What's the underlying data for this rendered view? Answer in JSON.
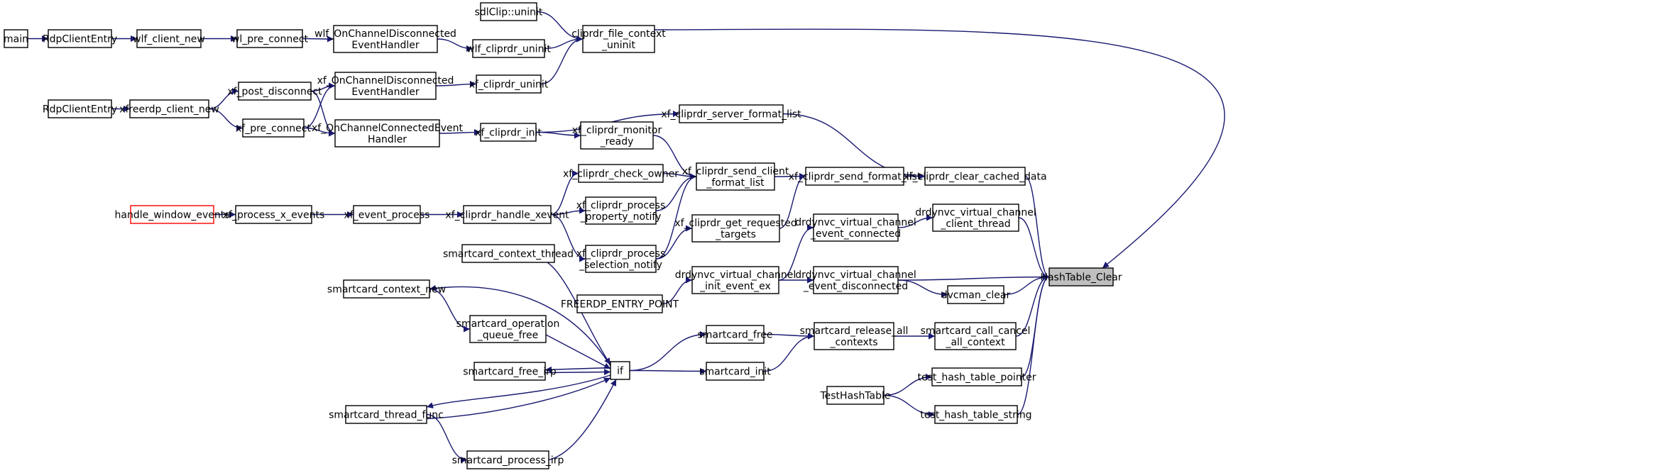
{
  "diagram": {
    "kind": "call-graph",
    "edge_color": "#191970",
    "root": "HashTable_Clear",
    "nodes": [
      {
        "id": "main",
        "lines": [
          "main"
        ]
      },
      {
        "id": "RdpClientEntry_1",
        "lines": [
          "RdpClientEntry"
        ]
      },
      {
        "id": "wlf_client_new",
        "lines": [
          "wlf_client_new"
        ]
      },
      {
        "id": "wl_pre_connect",
        "lines": [
          "wl_pre_connect"
        ]
      },
      {
        "id": "wlf_OnChannelDisconnectedEventHandler",
        "lines": [
          "wlf_OnChannelDisconnected",
          "EventHandler"
        ]
      },
      {
        "id": "sdlClip_uninit",
        "lines": [
          "sdlClip::uninit"
        ]
      },
      {
        "id": "wlf_cliprdr_uninit",
        "lines": [
          "wlf_cliprdr_uninit"
        ]
      },
      {
        "id": "cliprdr_file_context_uninit",
        "lines": [
          "cliprdr_file_context",
          "_uninit"
        ]
      },
      {
        "id": "RdpClientEntry_2",
        "lines": [
          "RdpClientEntry"
        ]
      },
      {
        "id": "xfreerdp_client_new",
        "lines": [
          "xfreerdp_client_new"
        ]
      },
      {
        "id": "xf_post_disconnect",
        "lines": [
          "xf_post_disconnect"
        ]
      },
      {
        "id": "xf_pre_connect",
        "lines": [
          "xf_pre_connect"
        ]
      },
      {
        "id": "xf_OnChannelDisconnectedEventHandler",
        "lines": [
          "xf_OnChannelDisconnected",
          "EventHandler"
        ]
      },
      {
        "id": "xf_OnChannelConnectedEventHandler",
        "lines": [
          "xf_OnChannelConnectedEvent",
          "Handler"
        ]
      },
      {
        "id": "xf_cliprdr_uninit",
        "lines": [
          "xf_cliprdr_uninit"
        ]
      },
      {
        "id": "xf_cliprdr_init",
        "lines": [
          "xf_cliprdr_init"
        ]
      },
      {
        "id": "xf_cliprdr_server_format_list",
        "lines": [
          "xf_cliprdr_server_format_list"
        ]
      },
      {
        "id": "xf_cliprdr_monitor_ready",
        "lines": [
          "xf_cliprdr_monitor",
          "_ready"
        ]
      },
      {
        "id": "handle_window_events",
        "lines": [
          "handle_window_events"
        ],
        "style": "red"
      },
      {
        "id": "xf_process_x_events",
        "lines": [
          "xf_process_x_events"
        ]
      },
      {
        "id": "xf_event_process",
        "lines": [
          "xf_event_process"
        ]
      },
      {
        "id": "xf_cliprdr_handle_xevent",
        "lines": [
          "xf_cliprdr_handle_xevent"
        ]
      },
      {
        "id": "xf_cliprdr_check_owner",
        "lines": [
          "xf_cliprdr_check_owner"
        ]
      },
      {
        "id": "xf_cliprdr_process_property_notify",
        "lines": [
          "xf_cliprdr_process",
          "_property_notify"
        ]
      },
      {
        "id": "xf_cliprdr_process_selection_notify",
        "lines": [
          "xf_cliprdr_process",
          "_selection_notify"
        ]
      },
      {
        "id": "xf_cliprdr_send_client_format_list",
        "lines": [
          "xf_cliprdr_send_client",
          "_format_list"
        ]
      },
      {
        "id": "xf_cliprdr_get_requested_targets",
        "lines": [
          "xf_cliprdr_get_requested",
          "_targets"
        ]
      },
      {
        "id": "xf_cliprdr_send_format_list",
        "lines": [
          "xf_cliprdr_send_format_list"
        ]
      },
      {
        "id": "xf_cliprdr_clear_cached_data",
        "lines": [
          "xf_cliprdr_clear_cached_data"
        ]
      },
      {
        "id": "drdynvc_virtual_channel_client_thread",
        "lines": [
          "drdynvc_virtual_channel",
          "_client_thread"
        ]
      },
      {
        "id": "drdynvc_virtual_channel_event_connected",
        "lines": [
          "drdynvc_virtual_channel",
          "_event_connected"
        ]
      },
      {
        "id": "drdynvc_virtual_channel_init_event_ex",
        "lines": [
          "drdynvc_virtual_channel",
          "_init_event_ex"
        ]
      },
      {
        "id": "FREERDP_ENTRY_POINT",
        "lines": [
          "FREERDP_ENTRY_POINT"
        ]
      },
      {
        "id": "drdynvc_virtual_channel_event_disconnected",
        "lines": [
          "drdynvc_virtual_channel",
          "_event_disconnected"
        ]
      },
      {
        "id": "dvcman_clear",
        "lines": [
          "dvcman_clear"
        ]
      },
      {
        "id": "HashTable_Clear",
        "lines": [
          "HashTable_Clear"
        ],
        "style": "root"
      },
      {
        "id": "smartcard_context_thread",
        "lines": [
          "smartcard_context_thread"
        ]
      },
      {
        "id": "smartcard_context_new",
        "lines": [
          "smartcard_context_new"
        ]
      },
      {
        "id": "smartcard_operation_queue_free",
        "lines": [
          "smartcard_operation",
          "_queue_free"
        ]
      },
      {
        "id": "smartcard_free_irp",
        "lines": [
          "smartcard_free_irp"
        ]
      },
      {
        "id": "smartcard_thread_func",
        "lines": [
          "smartcard_thread_func"
        ]
      },
      {
        "id": "smartcard_process_irp",
        "lines": [
          "smartcard_process_irp"
        ]
      },
      {
        "id": "if",
        "lines": [
          "if"
        ]
      },
      {
        "id": "smartcard_free",
        "lines": [
          "smartcard_free"
        ]
      },
      {
        "id": "smartcard_init",
        "lines": [
          "smartcard_init"
        ]
      },
      {
        "id": "smartcard_release_all_contexts",
        "lines": [
          "smartcard_release_all",
          "_contexts"
        ]
      },
      {
        "id": "smartcard_call_cancel_all_context",
        "lines": [
          "smartcard_call_cancel",
          "_all_context"
        ]
      },
      {
        "id": "TestHashTable",
        "lines": [
          "TestHashTable"
        ]
      },
      {
        "id": "test_hash_table_pointer",
        "lines": [
          "test_hash_table_pointer"
        ]
      },
      {
        "id": "test_hash_table_string",
        "lines": [
          "test_hash_table_string"
        ]
      }
    ],
    "edges": [
      [
        "main",
        "RdpClientEntry_1"
      ],
      [
        "RdpClientEntry_1",
        "wlf_client_new"
      ],
      [
        "wlf_client_new",
        "wl_pre_connect"
      ],
      [
        "wl_pre_connect",
        "wlf_OnChannelDisconnectedEventHandler"
      ],
      [
        "wlf_OnChannelDisconnectedEventHandler",
        "wlf_cliprdr_uninit"
      ],
      [
        "sdlClip_uninit",
        "cliprdr_file_context_uninit"
      ],
      [
        "wlf_cliprdr_uninit",
        "cliprdr_file_context_uninit"
      ],
      [
        "xf_cliprdr_uninit",
        "cliprdr_file_context_uninit"
      ],
      [
        "cliprdr_file_context_uninit",
        "HashTable_Clear"
      ],
      [
        "RdpClientEntry_2",
        "xfreerdp_client_new"
      ],
      [
        "xfreerdp_client_new",
        "xf_post_disconnect"
      ],
      [
        "xfreerdp_client_new",
        "xf_pre_connect"
      ],
      [
        "xf_post_disconnect",
        "xf_OnChannelDisconnectedEventHandler"
      ],
      [
        "xf_post_disconnect",
        "xf_OnChannelConnectedEventHandler"
      ],
      [
        "xf_pre_connect",
        "xf_OnChannelDisconnectedEventHandler"
      ],
      [
        "xf_pre_connect",
        "xf_OnChannelConnectedEventHandler"
      ],
      [
        "xf_OnChannelDisconnectedEventHandler",
        "xf_cliprdr_uninit"
      ],
      [
        "xf_OnChannelConnectedEventHandler",
        "xf_cliprdr_init"
      ],
      [
        "xf_cliprdr_init",
        "xf_cliprdr_server_format_list"
      ],
      [
        "xf_cliprdr_init",
        "xf_cliprdr_monitor_ready"
      ],
      [
        "xf_cliprdr_server_format_list",
        "xf_cliprdr_clear_cached_data"
      ],
      [
        "xf_cliprdr_monitor_ready",
        "xf_cliprdr_send_client_format_list"
      ],
      [
        "handle_window_events",
        "xf_process_x_events"
      ],
      [
        "xf_process_x_events",
        "xf_event_process"
      ],
      [
        "xf_event_process",
        "xf_cliprdr_handle_xevent"
      ],
      [
        "xf_cliprdr_handle_xevent",
        "xf_cliprdr_check_owner"
      ],
      [
        "xf_cliprdr_handle_xevent",
        "xf_cliprdr_process_property_notify"
      ],
      [
        "xf_cliprdr_handle_xevent",
        "xf_cliprdr_process_selection_notify"
      ],
      [
        "xf_cliprdr_check_owner",
        "xf_cliprdr_send_client_format_list"
      ],
      [
        "xf_cliprdr_process_property_notify",
        "xf_cliprdr_send_client_format_list"
      ],
      [
        "xf_cliprdr_process_selection_notify",
        "xf_cliprdr_send_client_format_list"
      ],
      [
        "xf_cliprdr_process_selection_notify",
        "xf_cliprdr_get_requested_targets"
      ],
      [
        "xf_cliprdr_send_client_format_list",
        "xf_cliprdr_send_format_list"
      ],
      [
        "xf_cliprdr_get_requested_targets",
        "xf_cliprdr_send_format_list"
      ],
      [
        "xf_cliprdr_send_format_list",
        "xf_cliprdr_clear_cached_data"
      ],
      [
        "xf_cliprdr_clear_cached_data",
        "HashTable_Clear"
      ],
      [
        "drdynvc_virtual_channel_event_connected",
        "drdynvc_virtual_channel_client_thread"
      ],
      [
        "drdynvc_virtual_channel_client_thread",
        "HashTable_Clear"
      ],
      [
        "drdynvc_virtual_channel_init_event_ex",
        "drdynvc_virtual_channel_event_connected"
      ],
      [
        "drdynvc_virtual_channel_init_event_ex",
        "drdynvc_virtual_channel_event_disconnected"
      ],
      [
        "FREERDP_ENTRY_POINT",
        "drdynvc_virtual_channel_init_event_ex"
      ],
      [
        "drdynvc_virtual_channel_event_disconnected",
        "dvcman_clear"
      ],
      [
        "drdynvc_virtual_channel_event_disconnected",
        "HashTable_Clear"
      ],
      [
        "dvcman_clear",
        "HashTable_Clear"
      ],
      [
        "smartcard_context_thread",
        "if"
      ],
      [
        "smartcard_context_new",
        "smartcard_operation_queue_free"
      ],
      [
        "smartcard_operation_queue_free",
        "if"
      ],
      [
        "if",
        "smartcard_context_new"
      ],
      [
        "if",
        "smartcard_free_irp"
      ],
      [
        "smartcard_free_irp",
        "if"
      ],
      [
        "if",
        "smartcard_thread_func"
      ],
      [
        "smartcard_thread_func",
        "if"
      ],
      [
        "smartcard_thread_func",
        "smartcard_process_irp"
      ],
      [
        "smartcard_process_irp",
        "if"
      ],
      [
        "if",
        "smartcard_free"
      ],
      [
        "if",
        "smartcard_init"
      ],
      [
        "smartcard_free",
        "smartcard_release_all_contexts"
      ],
      [
        "smartcard_init",
        "smartcard_release_all_contexts"
      ],
      [
        "smartcard_release_all_contexts",
        "smartcard_call_cancel_all_context"
      ],
      [
        "smartcard_call_cancel_all_context",
        "HashTable_Clear"
      ],
      [
        "TestHashTable",
        "test_hash_table_pointer"
      ],
      [
        "TestHashTable",
        "test_hash_table_string"
      ],
      [
        "test_hash_table_pointer",
        "HashTable_Clear"
      ],
      [
        "test_hash_table_string",
        "HashTable_Clear"
      ]
    ]
  }
}
